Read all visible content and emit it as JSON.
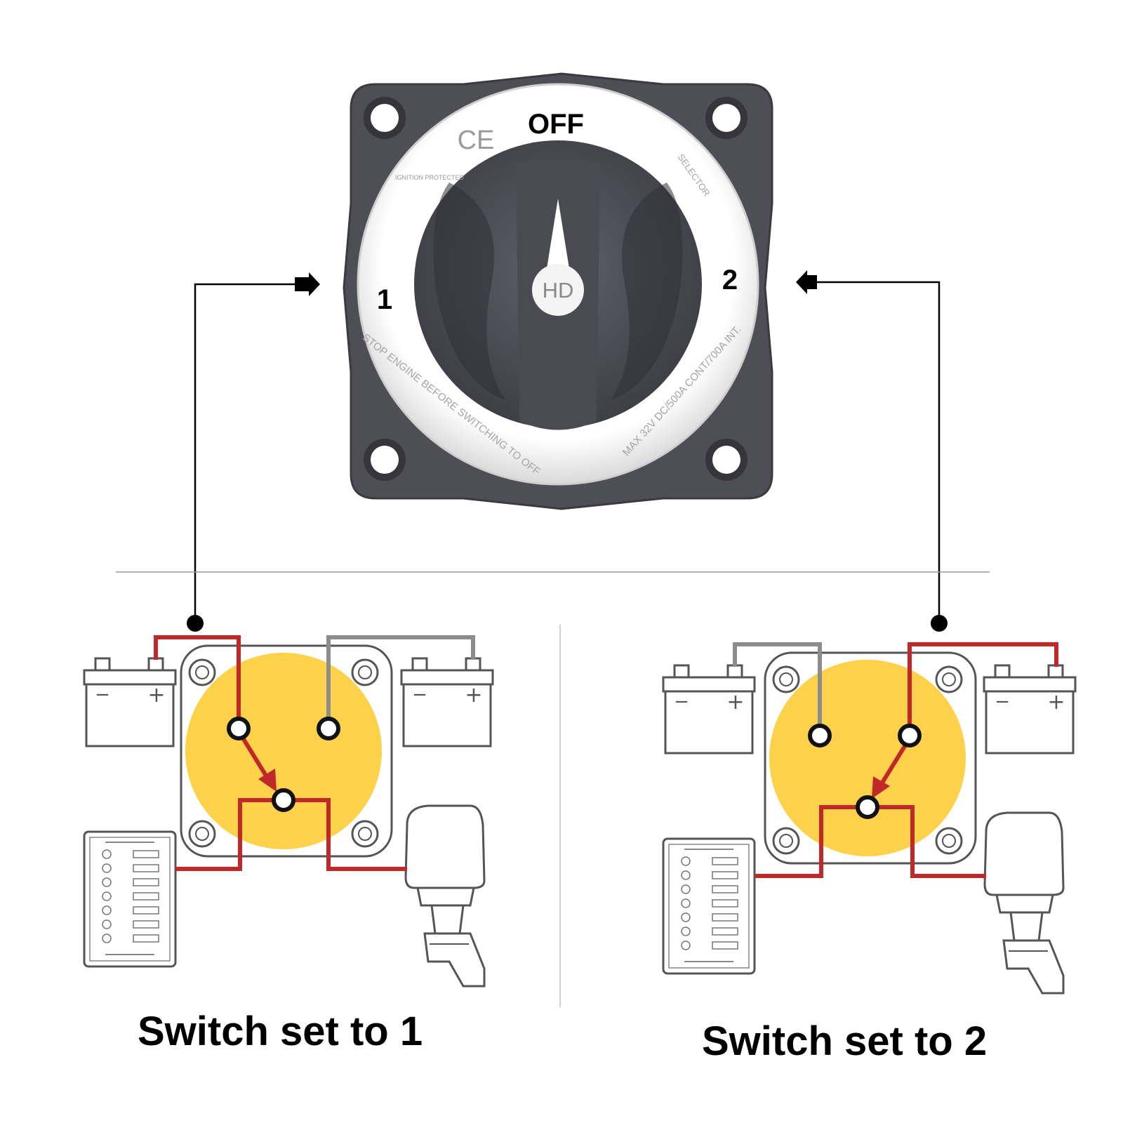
{
  "switch": {
    "off_label": "OFF",
    "pos1_label": "1",
    "pos2_label": "2",
    "knob_label": "HD",
    "ce_mark": "CE",
    "ignition_text": "IGNITION PROTECTED",
    "selector_text": "SELECTOR",
    "warning_text": "STOP ENGINE BEFORE SWITCHING TO OFF",
    "rating_text": "MAX 32V DC/500A CONT/700A INT."
  },
  "captions": {
    "left": "Switch set to 1",
    "right": "Switch set to 2"
  },
  "colors": {
    "wire_active": "#c0282a",
    "wire_inactive": "#8c8c8c",
    "switch_face": "#fdd24a",
    "housing": "#4e4e56",
    "dial_ring": "#f2f2f2"
  },
  "battery": {
    "minus_symbol": "−",
    "plus_symbol": "+"
  }
}
